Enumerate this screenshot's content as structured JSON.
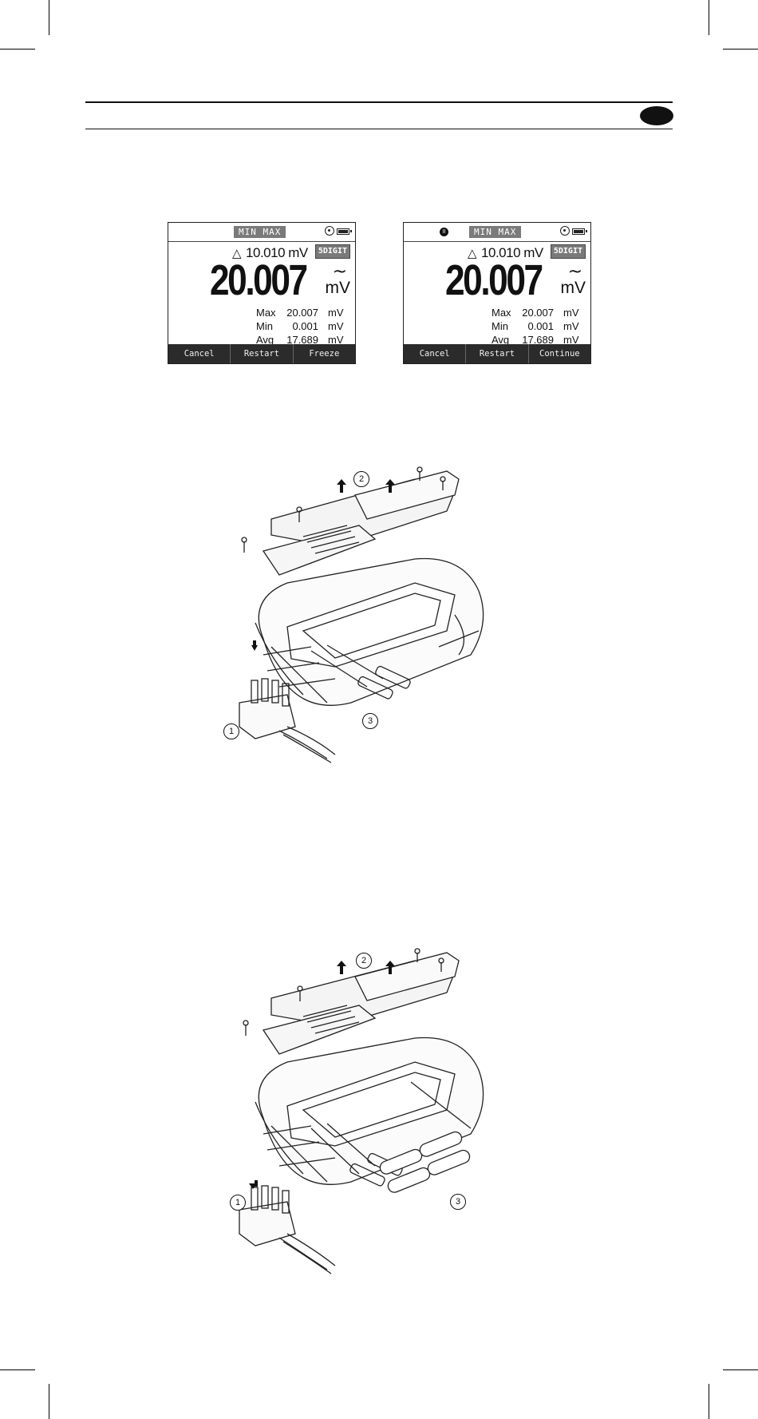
{
  "screens": [
    {
      "mode": "MIN MAX",
      "hold_visible": false,
      "delta_value": "10.010 mV",
      "digit_badge": "5DIGIT",
      "main_value": "20.007",
      "main_unit": "mV",
      "ac_symbol": "~",
      "stats": [
        {
          "label": "Max",
          "value": "20.007",
          "unit": "mV"
        },
        {
          "label": "Min",
          "value": "0.001",
          "unit": "mV"
        },
        {
          "label": "Avg",
          "value": "17.689",
          "unit": "mV"
        }
      ],
      "softkeys": [
        "Cancel",
        "Restart",
        "Freeze"
      ]
    },
    {
      "mode": "MIN MAX",
      "hold_visible": true,
      "hold_glyph": "II",
      "delta_value": "10.010 mV",
      "digit_badge": "5DIGIT",
      "main_value": "20.007",
      "main_unit": "mV",
      "ac_symbol": "~",
      "stats": [
        {
          "label": "Max",
          "value": "20.007",
          "unit": "mV"
        },
        {
          "label": "Min",
          "value": "0.001",
          "unit": "mV"
        },
        {
          "label": "Avg",
          "value": "17.689",
          "unit": "mV"
        }
      ],
      "softkeys": [
        "Cancel",
        "Restart",
        "Continue"
      ]
    }
  ],
  "figures": [
    {
      "callouts": [
        "1",
        "2",
        "3"
      ]
    },
    {
      "callouts": [
        "1",
        "2",
        "3"
      ]
    }
  ]
}
